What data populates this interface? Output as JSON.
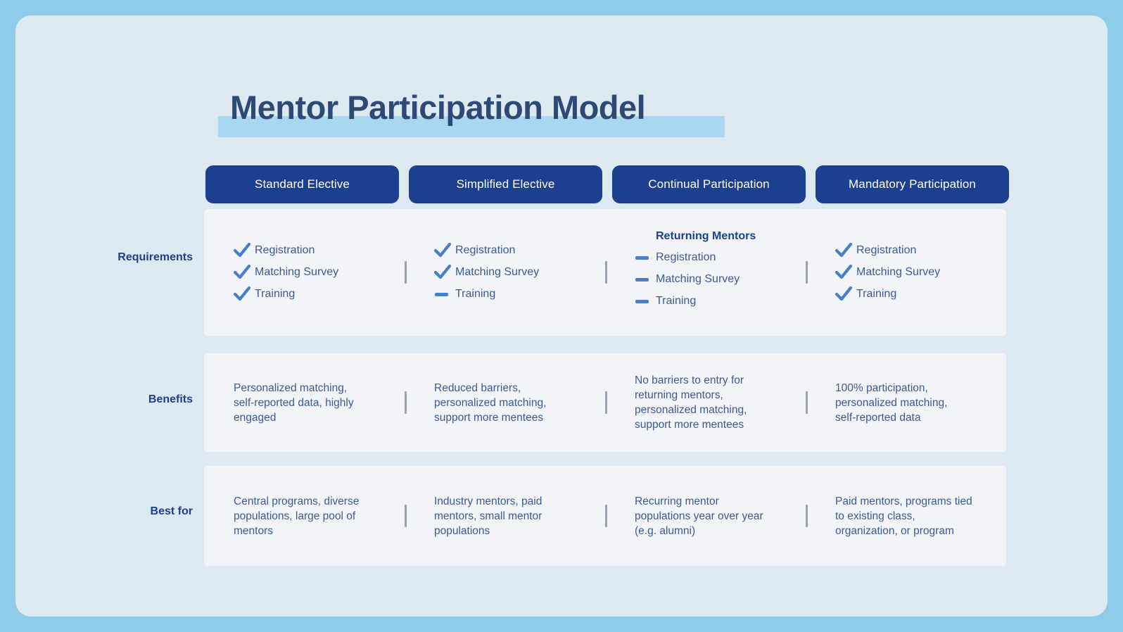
{
  "title": "Mentor Participation Model",
  "colors": {
    "frame": "#8ecdea",
    "panel": "#dde9f1",
    "tab_bg": "#1c3f8f",
    "title_text": "#2d4a76",
    "title_highlight": "#a8d8ef",
    "card_bg": "#f2f4f8",
    "body_text": "#3a5a95",
    "label_text": "#1c3f8f",
    "mark_blue": "#4a7ec9",
    "divider": "#9ba0ad"
  },
  "columns": [
    {
      "header": "Standard Elective"
    },
    {
      "header": "Simplified Elective"
    },
    {
      "header": "Continual Participation"
    },
    {
      "header": "Mandatory Participation"
    }
  ],
  "rows": [
    {
      "label": "Requirements",
      "cells": [
        {
          "subhead": "",
          "items": [
            {
              "mark": "check-icon",
              "label": "Registration"
            },
            {
              "mark": "check-icon",
              "label": "Matching Survey"
            },
            {
              "mark": "check-icon",
              "label": "Training"
            }
          ]
        },
        {
          "subhead": "",
          "items": [
            {
              "mark": "check-icon",
              "label": "Registration"
            },
            {
              "mark": "check-icon",
              "label": "Matching Survey"
            },
            {
              "mark": "dash-icon",
              "label": "Training"
            }
          ]
        },
        {
          "subhead": "Returning Mentors",
          "items": [
            {
              "mark": "dash-icon",
              "label": "Registration"
            },
            {
              "mark": "dash-icon",
              "label": "Matching Survey"
            },
            {
              "mark": "dash-icon",
              "label": "Training"
            }
          ]
        },
        {
          "subhead": "",
          "items": [
            {
              "mark": "check-icon",
              "label": "Registration"
            },
            {
              "mark": "check-icon",
              "label": "Matching Survey"
            },
            {
              "mark": "check-icon",
              "label": "Training"
            }
          ]
        }
      ]
    },
    {
      "label": "Benefits",
      "texts": [
        "Personalized matching,\nself-reported data, highly\nengaged",
        "Reduced barriers,\npersonalized matching,\nsupport more mentees",
        "No barriers to entry for\nreturning mentors,\npersonalized matching,\nsupport more mentees",
        "100% participation,\npersonalized matching,\nself-reported data"
      ]
    },
    {
      "label": "Best for",
      "texts": [
        "Central programs, diverse\npopulations, large pool of\nmentors",
        "Industry mentors, paid\nmentors, small mentor\npopulations",
        "Recurring mentor\npopulations year over year\n(e.g. alumni)",
        "Paid mentors, programs tied\nto existing class,\norganization, or program"
      ]
    }
  ]
}
